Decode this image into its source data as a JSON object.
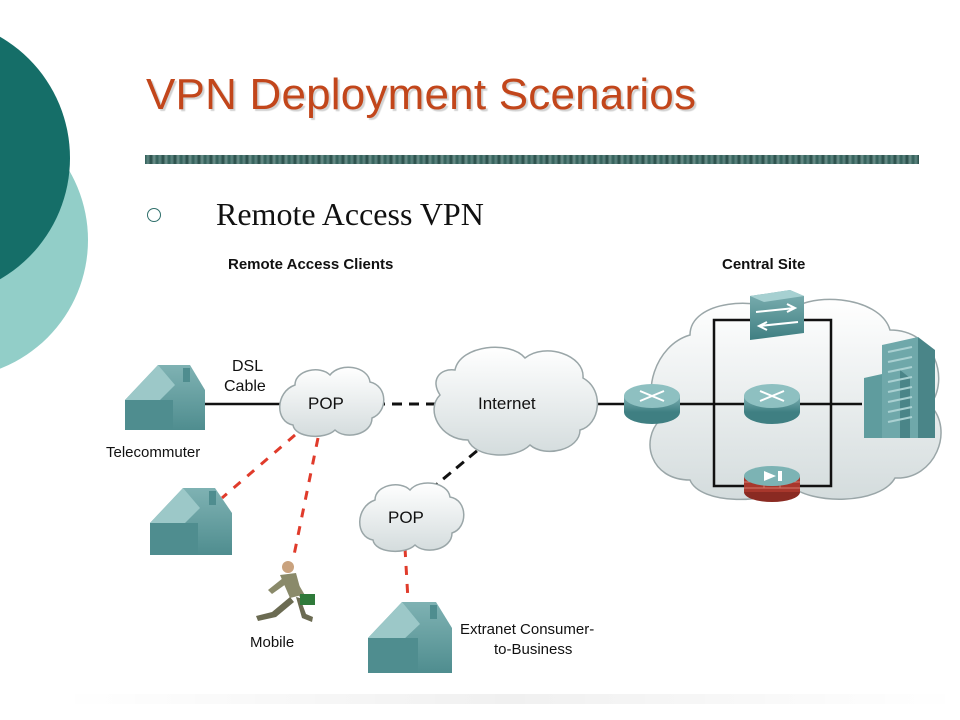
{
  "title": "VPN Deployment Scenarios",
  "bullet": "Remote Access VPN",
  "diagram": {
    "remote_clients_label": "Remote Access Clients",
    "central_site_label": "Central Site",
    "dsl_label": "DSL",
    "cable_label": "Cable",
    "telecommuter_label": "Telecommuter",
    "mobile_label": "Mobile",
    "extranet_label_line1": "Extranet Consumer-",
    "extranet_label_line2": "to-Business",
    "pop_label": "POP",
    "pop2_label": "POP",
    "internet_label": "Internet"
  },
  "colors": {
    "title": "#c2461b",
    "teal_dark": "#176a66",
    "teal_light": "#8fcbc6",
    "house": "#5b9a9b",
    "link_red": "#e03b2b"
  }
}
